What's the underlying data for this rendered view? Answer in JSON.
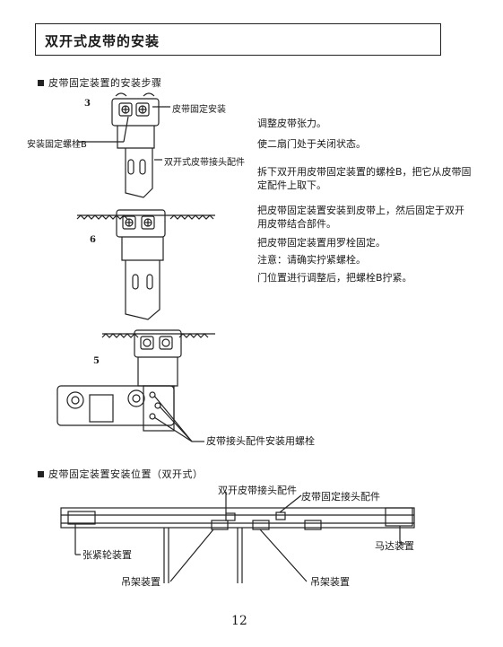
{
  "title": "双开式皮带的安装",
  "section1": "皮带固定装置的安装步骤",
  "section2": "皮带固定装置安装位置（双开式）",
  "figure_numbers": [
    "3",
    "6",
    "5"
  ],
  "fig1_labels": {
    "belt_fixing_mount": "皮带固定安装",
    "mount_bolt_b": "安装固定螺栓B",
    "double_belt_joint": "双开式皮带接头配件"
  },
  "fig3_labels": {
    "joint_bolts": "皮带接头配件安装用螺栓"
  },
  "steps": [
    "调整皮带张力。",
    "使二扇门处于关闭状态。",
    "拆下双开用皮带固定装置的螺栓B，把它从皮带固定配件上取下。",
    "把皮带固定装置安装到皮带上，然后固定于双开用皮带结合部件。",
    "把皮带固定装置用罗栓固定。",
    "注意：请确实拧紧螺栓。",
    "门位置进行调整后，把螺栓B拧紧。"
  ],
  "bottom_labels": {
    "double_joint": "双开皮带接头配件",
    "fix_joint": "皮带固定接头配件",
    "tensioner": "张紧轮装置",
    "hanger_left": "吊架装置",
    "hanger_right": "吊架装置",
    "motor": "马达装置"
  },
  "page_number": "12"
}
